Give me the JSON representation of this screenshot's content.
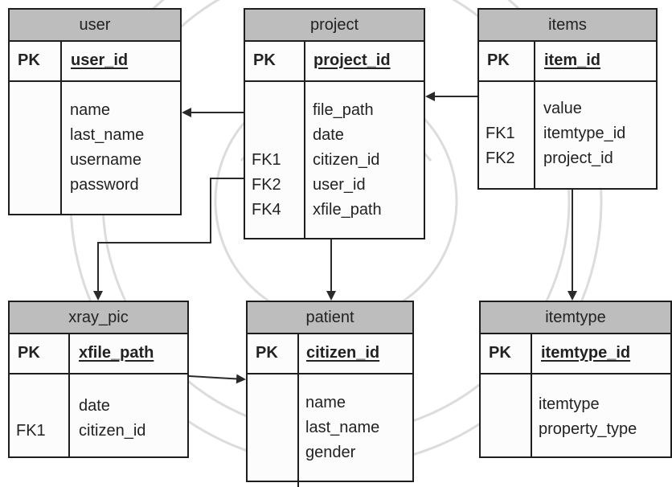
{
  "colors": {
    "header_fill": "#bdbdbd",
    "border": "#1e1e1e",
    "watermark": "#d9d9d9"
  },
  "entities": {
    "user": {
      "title": "user",
      "pk_label": "PK",
      "pk_field": "user_id",
      "fields": [
        {
          "key": "",
          "name": "name"
        },
        {
          "key": "",
          "name": "last_name"
        },
        {
          "key": "",
          "name": "username"
        },
        {
          "key": "",
          "name": "password"
        }
      ]
    },
    "project": {
      "title": "project",
      "pk_label": "PK",
      "pk_field": "project_id",
      "fields": [
        {
          "key": "",
          "name": "file_path"
        },
        {
          "key": "",
          "name": "date"
        },
        {
          "key": "FK1",
          "name": "citizen_id"
        },
        {
          "key": "FK2",
          "name": "user_id"
        },
        {
          "key": "FK4",
          "name": "xfile_path"
        }
      ]
    },
    "items": {
      "title": "items",
      "pk_label": "PK",
      "pk_field": "item_id",
      "fields": [
        {
          "key": "",
          "name": "value"
        },
        {
          "key": "FK1",
          "name": "itemtype_id"
        },
        {
          "key": "FK2",
          "name": "project_id"
        }
      ]
    },
    "xray_pic": {
      "title": "xray_pic",
      "pk_label": "PK",
      "pk_field": "xfile_path",
      "fields": [
        {
          "key": "",
          "name": "date"
        },
        {
          "key": "FK1",
          "name": "citizen_id"
        }
      ]
    },
    "patient": {
      "title": "patient",
      "pk_label": "PK",
      "pk_field": "citizen_id",
      "fields": [
        {
          "key": "",
          "name": "name"
        },
        {
          "key": "",
          "name": "last_name"
        },
        {
          "key": "",
          "name": "gender"
        }
      ]
    },
    "itemtype": {
      "title": "itemtype",
      "pk_label": "PK",
      "pk_field": "itemtype_id",
      "fields": [
        {
          "key": "",
          "name": "itemtype"
        },
        {
          "key": "",
          "name": "property_type"
        }
      ]
    }
  }
}
